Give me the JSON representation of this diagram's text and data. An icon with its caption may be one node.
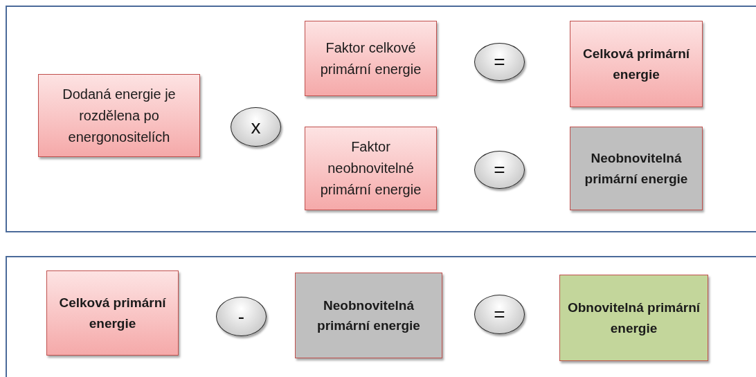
{
  "diagram": {
    "nodes": [
      {
        "text": [],
        "shape": "box"
      },
      {
        "text": [
          "Dodaná energie je rozdělena po energonositelích"
        ],
        "in": 0
      },
      {
        "text": [
          "x"
        ],
        "in": 0
      },
      {
        "text": [
          "Faktor celkové primární energie"
        ],
        "in": 0
      },
      {
        "text": [
          "="
        ],
        "in": 0
      },
      {
        "text": [
          "Celková primární energie"
        ],
        "in": 0
      },
      {
        "text": [
          "Faktor neobnovitelné primární energie"
        ],
        "in": 0
      },
      {
        "text": [
          "="
        ],
        "in": 0
      },
      {
        "text": [
          "Neobnovitelná primární energie"
        ],
        "in": 0
      },
      {
        "text": [],
        "shape": "box"
      },
      {
        "text": [
          "Celková primární energie"
        ],
        "in": 9
      },
      {
        "text": [
          "-"
        ],
        "in": 9
      },
      {
        "text": [
          "Neobnovitelná primární energie"
        ],
        "in": 9
      },
      {
        "text": [
          "="
        ],
        "in": 9
      },
      {
        "text": [
          "Obnovitelná primární energie"
        ],
        "in": 9
      }
    ]
  }
}
